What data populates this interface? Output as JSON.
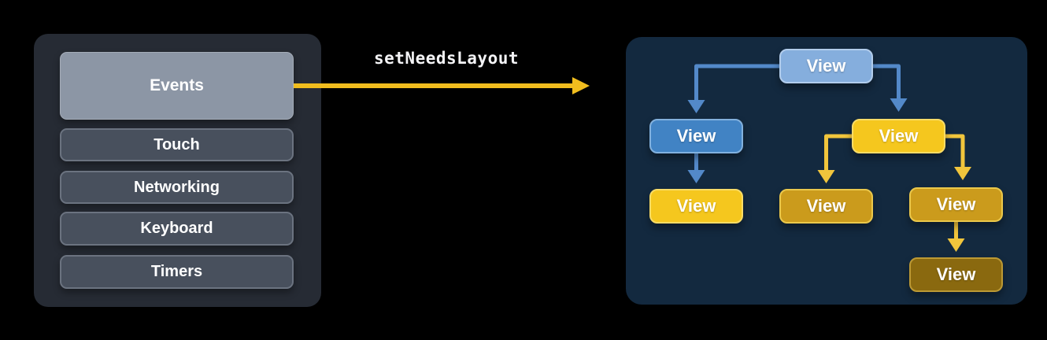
{
  "palette": {
    "background": "#000000",
    "left_panel_bg": "#262B34",
    "events_box_bg": "#8C96A5",
    "item_box_bg": "#48505D",
    "item_box_border": "#6B7380",
    "right_panel_bg": "#13293F",
    "node_light_blue": "#85AEDD",
    "node_blue": "#4183C4",
    "node_yellow": "#F5C71E",
    "node_gold": "#CB9B1C",
    "node_bronze": "#8A690F",
    "edge_blue": "#5389C9",
    "edge_yellow": "#F1C53C",
    "main_arrow_yellow": "#F1BD1E",
    "text_color": "#FFFFFF"
  },
  "left_panel": {
    "items": [
      {
        "label": "Events",
        "highlighted": true
      },
      {
        "label": "Touch",
        "highlighted": false
      },
      {
        "label": "Networking",
        "highlighted": false
      },
      {
        "label": "Keyboard",
        "highlighted": false
      },
      {
        "label": "Timers",
        "highlighted": false
      }
    ]
  },
  "arrow": {
    "label": "setNeedsLayout"
  },
  "view_tree": {
    "nodes": [
      {
        "id": "root",
        "label": "View",
        "color_role": "light-blue"
      },
      {
        "id": "left-child",
        "label": "View",
        "color_role": "blue"
      },
      {
        "id": "right-child",
        "label": "View",
        "color_role": "yellow"
      },
      {
        "id": "leaf-1",
        "label": "View",
        "color_role": "yellow"
      },
      {
        "id": "leaf-2",
        "label": "View",
        "color_role": "gold"
      },
      {
        "id": "leaf-3",
        "label": "View",
        "color_role": "gold"
      },
      {
        "id": "leaf-4",
        "label": "View",
        "color_role": "bronze"
      }
    ],
    "edges": [
      {
        "from": "root",
        "to": "left-child",
        "color": "blue"
      },
      {
        "from": "root",
        "to": "right-child",
        "color": "blue"
      },
      {
        "from": "left-child",
        "to": "leaf-1",
        "color": "blue"
      },
      {
        "from": "right-child",
        "to": "leaf-2",
        "color": "yellow"
      },
      {
        "from": "right-child",
        "to": "leaf-3",
        "color": "yellow"
      },
      {
        "from": "leaf-3",
        "to": "leaf-4",
        "color": "yellow"
      }
    ]
  }
}
